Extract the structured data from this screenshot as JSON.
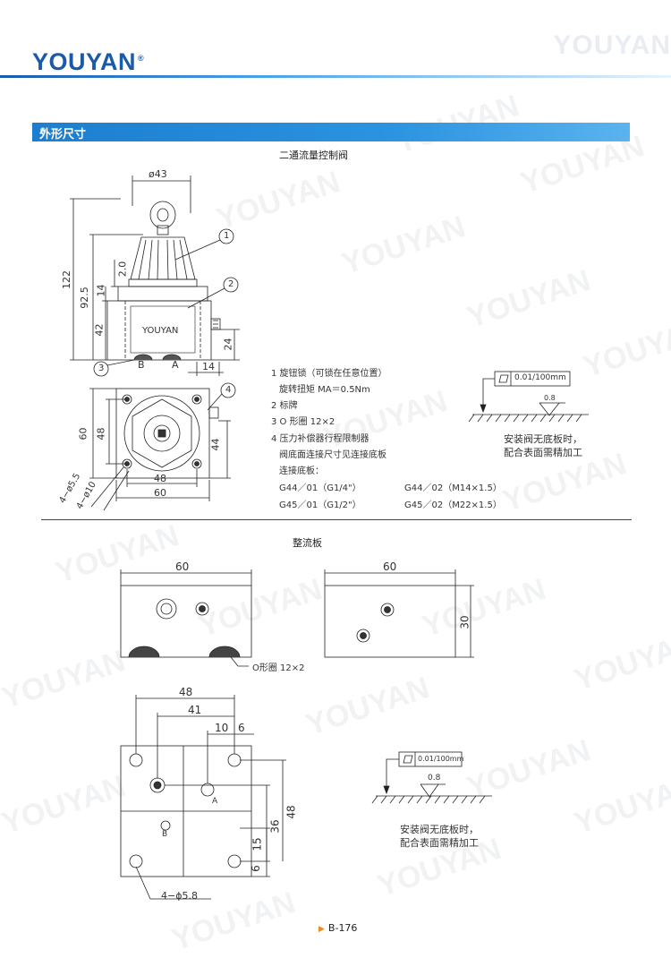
{
  "brand": {
    "logo_text": "YOUYAN",
    "logo_mark": "®",
    "watermark": "YOUYAN"
  },
  "section": {
    "title": "外形尺寸"
  },
  "top_drawing": {
    "title": "二通流量控制阀",
    "dims": {
      "dia43": "ø43",
      "h122": "122",
      "h92_5": "92.5",
      "h42": "42",
      "h14a": "14",
      "h2_0": "2.0",
      "h24": "24",
      "w14": "14",
      "port_b": "B",
      "port_a": "A",
      "nameplate": "YOUYAN",
      "callout1": "1",
      "callout2": "2",
      "callout3": "3",
      "callout4": "4",
      "v60": "60",
      "v48": "48",
      "v44": "44",
      "h48": "48",
      "h60": "60",
      "hole1": "4−ø5.5",
      "hole2": "4−ø10"
    },
    "notes": [
      "1 旋钮锁（可锁在任意位置）",
      "旋转扭矩 MA＝0.5Nm",
      "2 标牌",
      "3 O 形圈 12×2",
      "4 压力补偿器行程限制器",
      "阀底面连接尺寸见连接底板",
      "连接底板："
    ],
    "plates": {
      "g44_01": "G44／01（G1/4\"）",
      "g44_02": "G44／02（M14×1.5）",
      "g45_01": "G45／01（G1/2\"）",
      "g45_02": "G45／02（M22×1.5）"
    },
    "tolerance": {
      "flatness": "0.01/100mm",
      "roughness": "0.8",
      "note_line1": "安装阀无底板时，",
      "note_line2": "配合表面需精加工"
    }
  },
  "bottom_drawing": {
    "title": "整流板",
    "dims": {
      "w60a": "60",
      "w60b": "60",
      "h30": "30",
      "oring": "O形圈 12×2",
      "d48": "48",
      "d41": "41",
      "d10": "10",
      "d6": "6",
      "v36": "36",
      "v48": "48",
      "v15": "15",
      "v6": "6",
      "label_a": "A",
      "label_b": "B",
      "holes": "4−ϕ5.8"
    },
    "tolerance": {
      "flatness": "0.01/100mm",
      "roughness": "0.8",
      "note_line1": "安装阀无底板时，",
      "note_line2": "配合表面需精加工"
    }
  },
  "footer": {
    "page": "B-176"
  }
}
